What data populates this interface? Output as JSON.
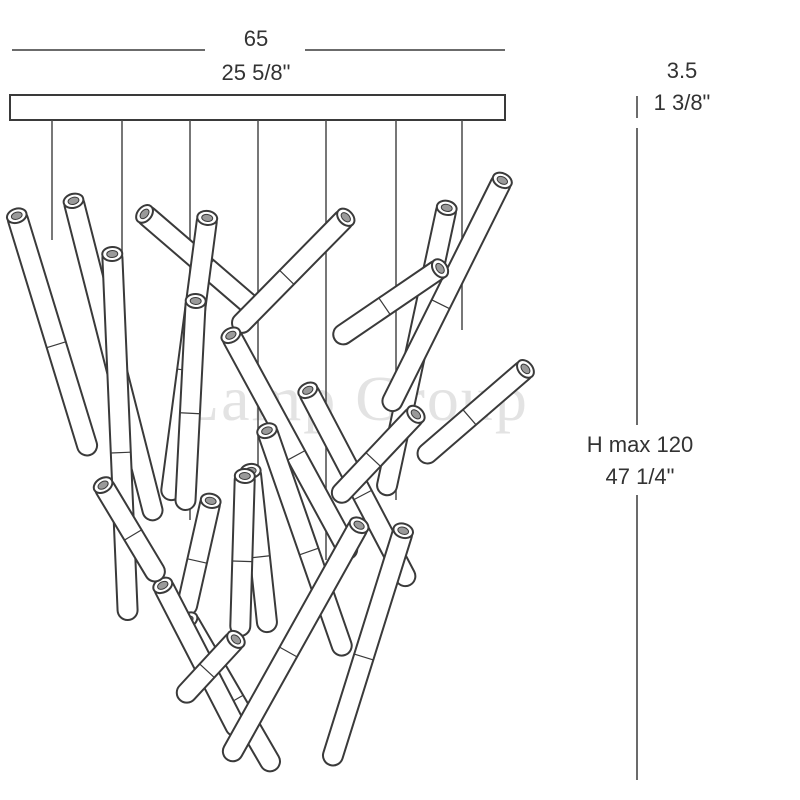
{
  "dimensions": {
    "width_cm": "65",
    "width_in": "25 5/8\"",
    "canopy_cm": "3.5",
    "canopy_in": "1 3/8\"",
    "height_label": "H max 120",
    "height_in": "47 1/4\""
  },
  "watermark": "Lamp Group",
  "colors": {
    "line": "#3a3a3a",
    "watermark": "#e3e3e3"
  }
}
